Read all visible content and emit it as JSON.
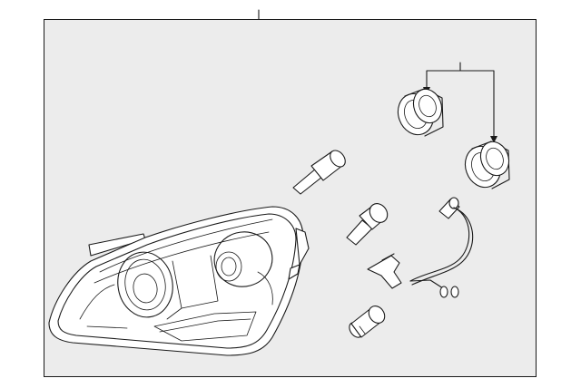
{
  "diagram": {
    "type": "exploded-parts-diagram",
    "background_color": "#ffffff",
    "panel_color": "#ececec",
    "line_color": "#1a1a1a",
    "parts": [
      {
        "id": "headlamp-assembly"
      },
      {
        "id": "sealing-cap-upper"
      },
      {
        "id": "sealing-cap-lower"
      },
      {
        "id": "bulb-high-beam"
      },
      {
        "id": "bulb-low-beam"
      },
      {
        "id": "bulb-turn-signal"
      },
      {
        "id": "wiring-harness"
      }
    ]
  }
}
